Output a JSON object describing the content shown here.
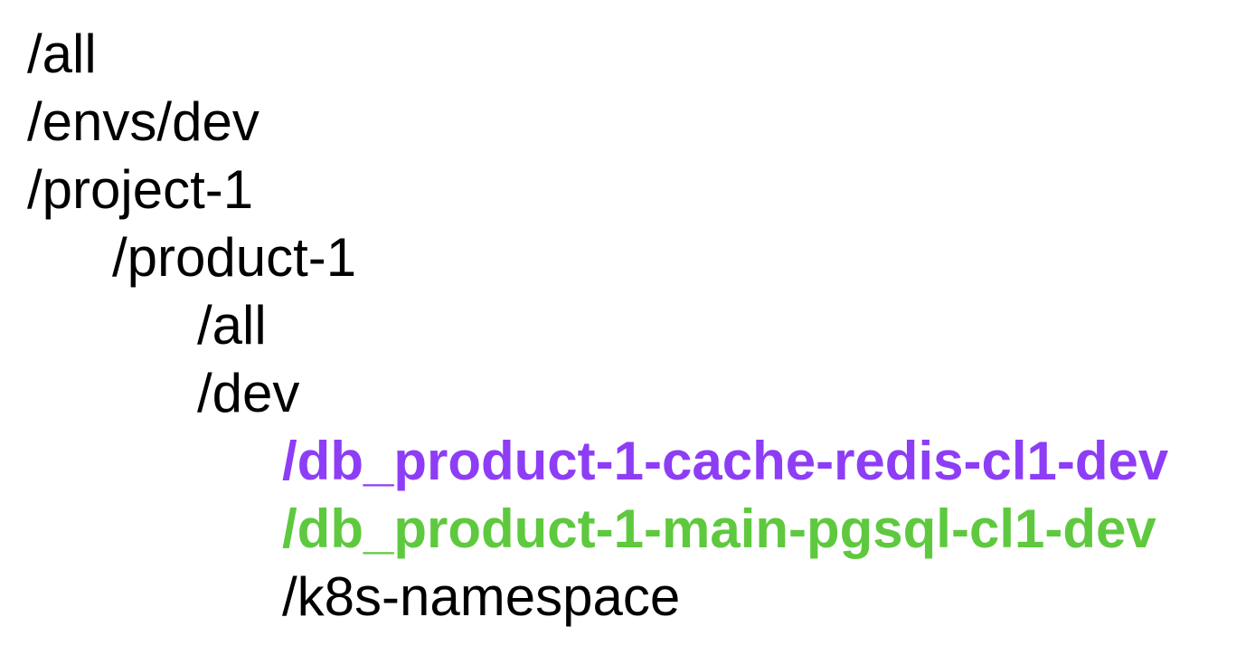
{
  "tree": {
    "items": [
      {
        "label": "/all",
        "color": "#000000"
      },
      {
        "label": "/envs/dev",
        "color": "#000000"
      },
      {
        "label": "/project-1",
        "color": "#000000"
      },
      {
        "label": "/product-1",
        "color": "#000000"
      },
      {
        "label": "/all",
        "color": "#000000"
      },
      {
        "label": "/dev",
        "color": "#000000"
      },
      {
        "label": "/db_product-1-cache-redis-cl1-dev",
        "color": "#8e3df6"
      },
      {
        "label": "/db_product-1-main-pgsql-cl1-dev",
        "color": "#5ec93e"
      },
      {
        "label": "/k8s-namespace",
        "color": "#000000"
      }
    ]
  }
}
